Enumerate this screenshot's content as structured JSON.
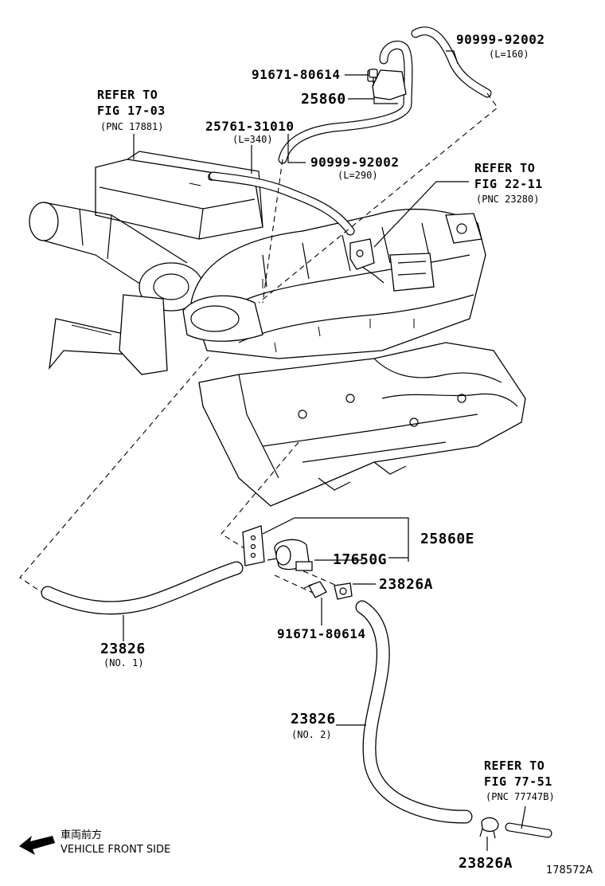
{
  "callouts": {
    "hose_top": {
      "part": "90999-92002",
      "length": "(L=160)"
    },
    "bolt_top": {
      "part": "91671-80614"
    },
    "vsv_top": {
      "part": "25860"
    },
    "refer_air_cleaner": {
      "line1": "REFER TO",
      "line2": "FIG 17-03",
      "line3": "(PNC 17881)"
    },
    "hose_mid": {
      "part": "25761-31010",
      "length": "(L=340)"
    },
    "hose_right": {
      "part": "90999-92002",
      "length": "(L=290)"
    },
    "refer_fig_22": {
      "line1": "REFER TO",
      "line2": "FIG 22-11",
      "line3": "(PNC 23280)"
    },
    "vsv_assy": {
      "part": "25860E"
    },
    "valve": {
      "part": "17650G"
    },
    "clamp_mid": {
      "part": "23826A"
    },
    "bolt_bottom": {
      "part": "91671-80614"
    },
    "hose_no1": {
      "part": "23826",
      "note": "(NO. 1)"
    },
    "hose_no2": {
      "part": "23826",
      "note": "(NO. 2)"
    },
    "refer_fig_77": {
      "line1": "REFER TO",
      "line2": "FIG 77-51",
      "line3": "(PNC 77747B)"
    },
    "clamp_bottom": {
      "part": "23826A"
    }
  },
  "footer": {
    "direction_jp": "車両前方",
    "direction_en": "VEHICLE FRONT SIDE",
    "figure_id": "178572A"
  }
}
